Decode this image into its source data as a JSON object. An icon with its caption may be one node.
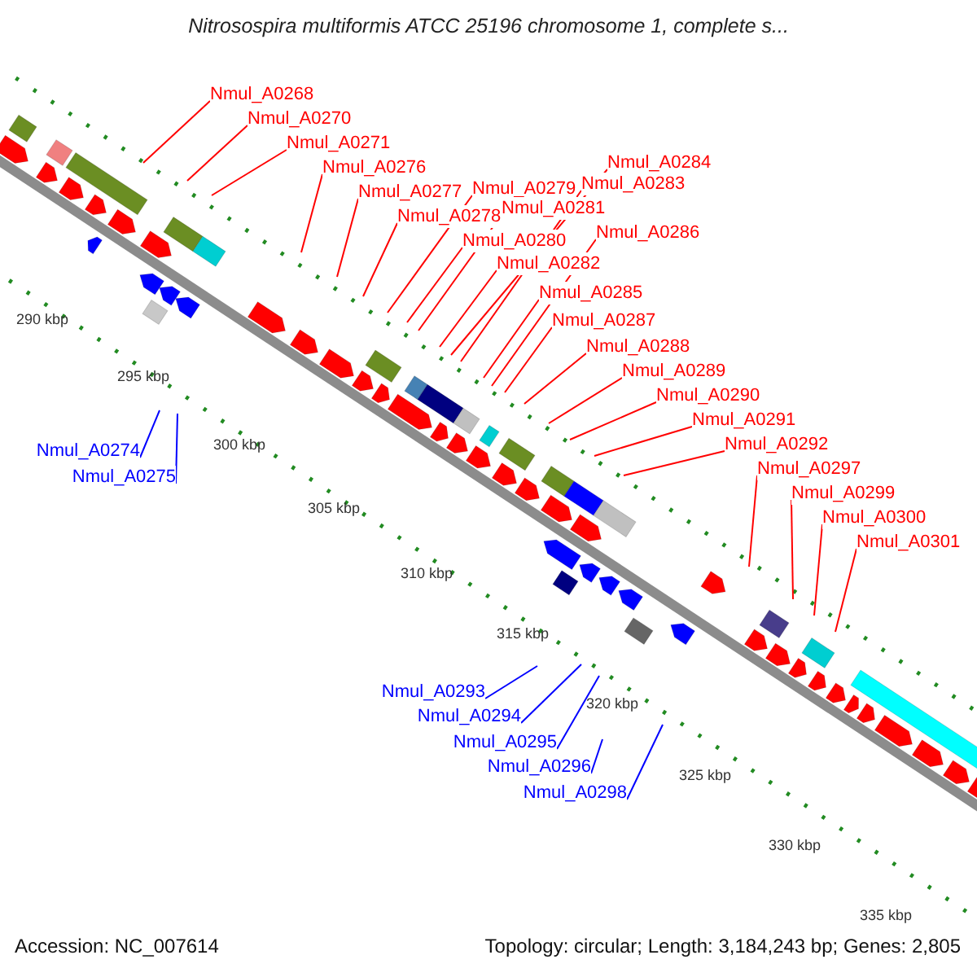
{
  "diagram": {
    "title": "Nitrosospira multiformis ATCC 25196 chromosome 1, complete s...",
    "nodes": [
      {
        "text": [
          "Nmul_A0268"
        ]
      },
      {
        "text": [
          "Nmul_A0270"
        ]
      },
      {
        "text": [
          "Nmul_A0271"
        ]
      },
      {
        "text": [
          "Nmul_A0276"
        ]
      },
      {
        "text": [
          "Nmul_A0277"
        ]
      },
      {
        "text": [
          "Nmul_A0278"
        ]
      },
      {
        "text": [
          "Nmul_A0279"
        ]
      },
      {
        "text": [
          "Nmul_A0280"
        ]
      },
      {
        "text": [
          "Nmul_A0281"
        ]
      },
      {
        "text": [
          "Nmul_A0282"
        ]
      },
      {
        "text": [
          "Nmul_A0283"
        ]
      },
      {
        "text": [
          "Nmul_A0284"
        ]
      },
      {
        "text": [
          "Nmul_A0285"
        ]
      },
      {
        "text": [
          "Nmul_A0286"
        ]
      },
      {
        "text": [
          "Nmul_A0287"
        ]
      },
      {
        "text": [
          "Nmul_A0288"
        ]
      },
      {
        "text": [
          "Nmul_A0289"
        ]
      },
      {
        "text": [
          "Nmul_A0290"
        ]
      },
      {
        "text": [
          "Nmul_A0291"
        ]
      },
      {
        "text": [
          "Nmul_A0292"
        ]
      },
      {
        "text": [
          "Nmul_A0297"
        ]
      },
      {
        "text": [
          "Nmul_A0299"
        ]
      },
      {
        "text": [
          "Nmul_A0300"
        ]
      },
      {
        "text": [
          "Nmul_A0301"
        ]
      },
      {
        "text": [
          "Nmul_A0274"
        ]
      },
      {
        "text": [
          "Nmul_A0275"
        ]
      },
      {
        "text": [
          "Nmul_A0293"
        ]
      },
      {
        "text": [
          "Nmul_A0294"
        ]
      },
      {
        "text": [
          "Nmul_A0295"
        ]
      },
      {
        "text": [
          "Nmul_A0296"
        ]
      },
      {
        "text": [
          "Nmul_A0298"
        ]
      }
    ],
    "edges": [
      {
        "from": 0,
        "to": null,
        "arrow": "none"
      },
      {
        "from": 1,
        "to": null,
        "arrow": "none"
      },
      {
        "from": 2,
        "to": null,
        "arrow": "none"
      },
      {
        "from": 3,
        "to": null,
        "arrow": "none"
      },
      {
        "from": 4,
        "to": null,
        "arrow": "none"
      },
      {
        "from": 5,
        "to": null,
        "arrow": "none"
      },
      {
        "from": 6,
        "to": null,
        "arrow": "none"
      },
      {
        "from": 7,
        "to": null,
        "arrow": "none"
      },
      {
        "from": 8,
        "to": null,
        "arrow": "none"
      },
      {
        "from": 9,
        "to": null,
        "arrow": "none"
      },
      {
        "from": 10,
        "to": null,
        "arrow": "none"
      },
      {
        "from": 11,
        "to": null,
        "arrow": "none"
      },
      {
        "from": 12,
        "to": null,
        "arrow": "none"
      },
      {
        "from": 13,
        "to": null,
        "arrow": "none"
      },
      {
        "from": 14,
        "to": null,
        "arrow": "none"
      },
      {
        "from": 15,
        "to": null,
        "arrow": "none"
      },
      {
        "from": 16,
        "to": null,
        "arrow": "none"
      },
      {
        "from": 17,
        "to": null,
        "arrow": "none"
      },
      {
        "from": 18,
        "to": null,
        "arrow": "none"
      },
      {
        "from": 19,
        "to": null,
        "arrow": "none"
      },
      {
        "from": 20,
        "to": null,
        "arrow": "none"
      },
      {
        "from": 21,
        "to": null,
        "arrow": "none"
      },
      {
        "from": 22,
        "to": null,
        "arrow": "none"
      },
      {
        "from": 23,
        "to": null,
        "arrow": "none"
      },
      {
        "from": 24,
        "to": null,
        "arrow": "none",
        "color": "#0000ff"
      },
      {
        "from": 25,
        "to": null,
        "arrow": "none",
        "color": "#0000ff"
      },
      {
        "from": 26,
        "to": null,
        "arrow": "none",
        "color": "#0000ff"
      },
      {
        "from": 27,
        "to": null,
        "arrow": "none",
        "color": "#0000ff"
      },
      {
        "from": 28,
        "to": null,
        "arrow": "none",
        "color": "#0000ff"
      },
      {
        "from": 29,
        "to": null,
        "arrow": "none",
        "color": "#0000ff"
      },
      {
        "from": 30,
        "to": null,
        "arrow": "none",
        "color": "#0000ff"
      }
    ],
    "labels": [
      "290 kbp",
      "295 kbp",
      "300 kbp",
      "305 kbp",
      "310 kbp",
      "315 kbp",
      "320 kbp",
      "325 kbp",
      "330 kbp",
      "335 kbp",
      "Accession: NC_007614",
      "Topology: circular; Length: 3,184,243 bp; Genes: 2,805"
    ]
  }
}
